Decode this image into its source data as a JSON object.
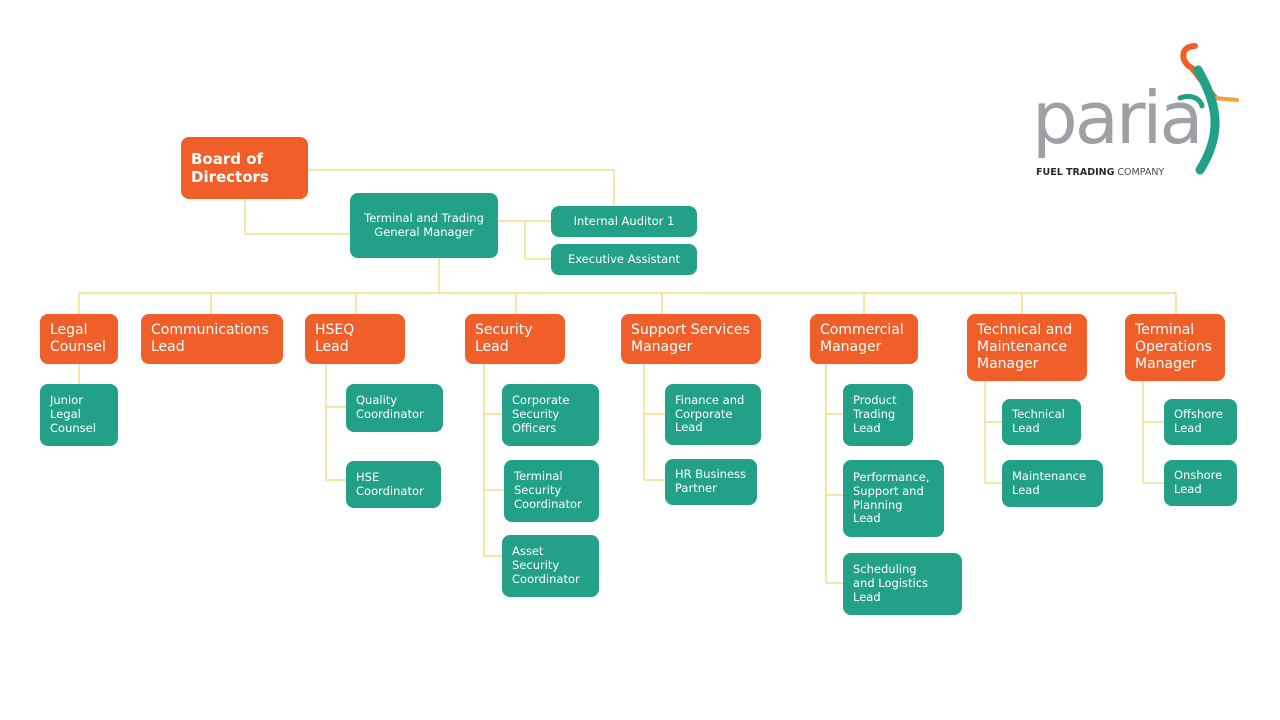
{
  "logo": {
    "wordmark": "paria",
    "tagline_bold": "FUEL TRADING",
    "tagline_rest": " COMPANY"
  },
  "top": {
    "board": "Board of\nDirectors",
    "gm": "Terminal and Trading\nGeneral Manager",
    "auditor": "Internal Auditor 1",
    "assistant": "Executive Assistant"
  },
  "departments": [
    {
      "head": "Legal\nCounsel",
      "reports": [
        "Junior\nLegal\nCounsel"
      ]
    },
    {
      "head": "Communications\nLead",
      "reports": []
    },
    {
      "head": "HSEQ\nLead",
      "reports": [
        "Quality\nCoordinator",
        "HSE\nCoordinator"
      ]
    },
    {
      "head": "Security\nLead",
      "reports": [
        "Corporate\nSecurity\nOfficers",
        "Terminal\nSecurity\nCoordinator",
        "Asset\nSecurity\nCoordinator"
      ]
    },
    {
      "head": "Support Services\nManager",
      "reports": [
        "Finance and\nCorporate\nLead",
        "HR Business\nPartner"
      ]
    },
    {
      "head": "Commercial\nManager",
      "reports": [
        "Product\nTrading\nLead",
        "Performance,\nSupport and\nPlanning\nLead",
        "Scheduling\nand Logistics\nLead"
      ]
    },
    {
      "head": "Technical and\nMaintenance\nManager",
      "reports": [
        "Technical\nLead",
        "Maintenance\nLead"
      ]
    },
    {
      "head": "Terminal\nOperations\nManager",
      "reports": [
        "Offshore\nLead",
        "Onshore\nLead"
      ]
    }
  ],
  "colors": {
    "orange": "#f05f2a",
    "teal": "#22a088",
    "connector": "#f6dc8c",
    "logo_grey": "#9ea0a6"
  }
}
